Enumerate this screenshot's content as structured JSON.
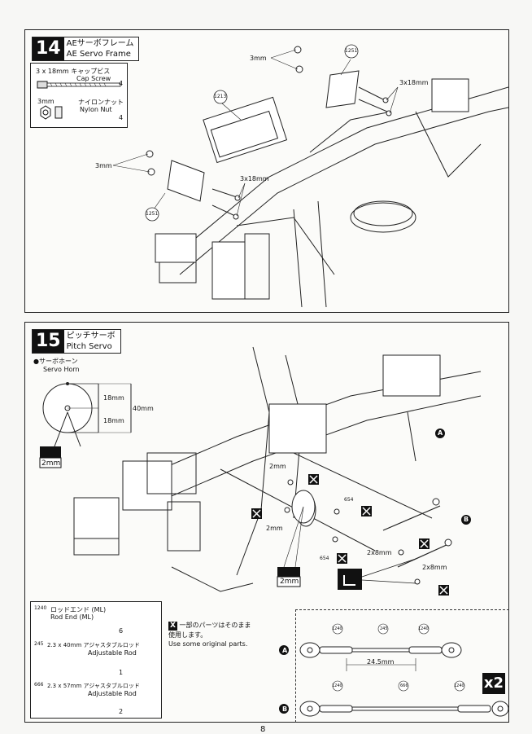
{
  "step14": {
    "number": "14",
    "title_jp": "AEサーボフレーム",
    "title_en": "AE Servo Frame",
    "parts": [
      {
        "name_jp": "3 x 18mm キャップビス",
        "name_en": "Cap Screw",
        "qty": "4"
      },
      {
        "size": "3mm",
        "name_jp": "ナイロンナット",
        "name_en": "Nylon Nut",
        "qty": "4"
      }
    ],
    "callouts": {
      "nut_top": "3mm",
      "screw_top": "3x18mm",
      "nut_left": "3mm",
      "screw_left": "3x18mm",
      "part_1251_a": "1251",
      "part_1213": "1213",
      "part_1251_b": "1251"
    }
  },
  "step15": {
    "number": "15",
    "title_jp": "ピッチサーボ",
    "title_en": "Pitch Servo",
    "horn_label_jp": "●サーボホーン",
    "horn_label_en": "Servo Horn",
    "dim_18a": "18mm",
    "dim_18b": "18mm",
    "dim_40": "40mm",
    "dim_2mm_a": "2mm",
    "callouts": {
      "c_2mm_top": "2mm",
      "c_2mm_mid": "2mm",
      "c_2mm_box": "2mm",
      "c_2x8_a": "2x8mm",
      "c_2x8_b": "2x8mm",
      "c_654_a": "654",
      "c_654_b": "654",
      "label_a": "A",
      "label_b": "B",
      "x": "X"
    },
    "parts": [
      {
        "num": "1240",
        "name_jp": "ロッドエンド (ML)",
        "name_en": "Rod End (ML)",
        "qty": "6"
      },
      {
        "num": "245",
        "name_jp": "2.3 x 40mm アジャスタブルロッド",
        "name_en": "Adjustable Rod",
        "qty": "1"
      },
      {
        "num": "666",
        "name_jp": "2.3 x 57mm アジャスタブルロッド",
        "name_en": "Adjustable Rod",
        "qty": "2"
      }
    ],
    "note_jp1": "一部のパーツはそのまま",
    "note_jp2": "使用します。",
    "note_en": "Use some original parts.",
    "rod_a": {
      "label": "A",
      "end_left": "1240",
      "mid": "245",
      "end_right": "1240",
      "length": "24.5mm"
    },
    "rod_b": {
      "label": "B",
      "end_left": "1240",
      "mid": "666",
      "end_right": "1240"
    },
    "multiplier": "x2"
  },
  "page_number": "8"
}
